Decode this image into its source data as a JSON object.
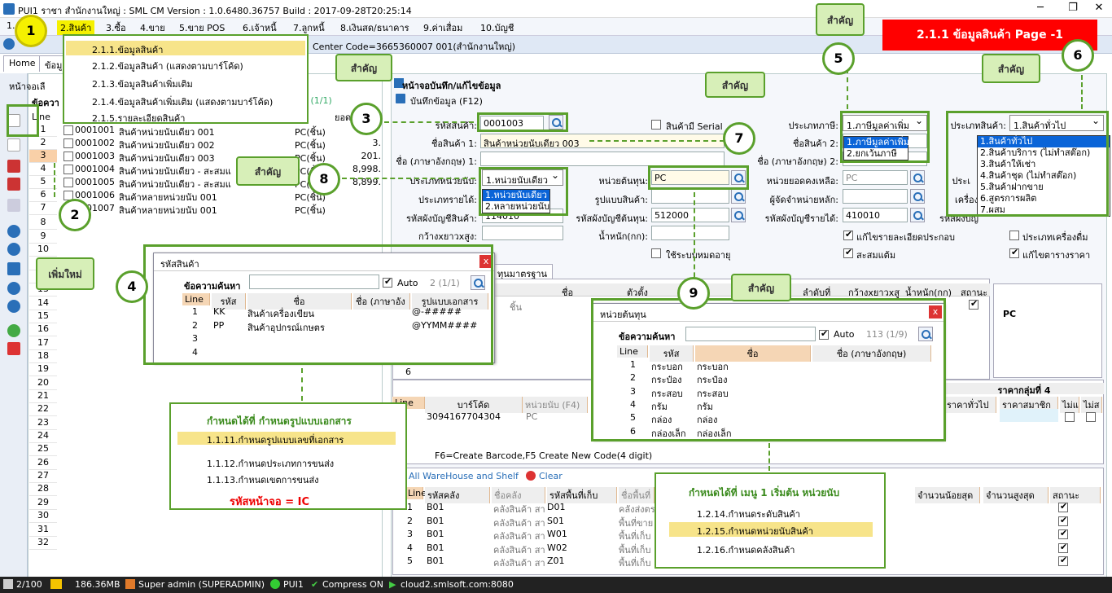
{
  "window": {
    "title": "PUI1 ราชา สำนักงานใหญ่ : SML CM Version : 1.0.6480.36757  Build : 2017-09-28T20:25:14",
    "min": "─",
    "max": "❐",
    "close": "✕"
  },
  "menu": [
    "1.",
    "2.สินค้า",
    "3.ซื้อ",
    "4.ขาย",
    "5.ขาย POS",
    "6.เจ้าหนี้",
    "7.ลูกหนี้",
    "8.เงินสด/ธนาคาร",
    "9.ค่าเสื่อม",
    "10.บัญชี"
  ],
  "center_code": "Center Code=3665360007 001(สำนักงานใหญ่)",
  "tabs": {
    "home": "Home",
    "data": "ข้อมู"
  },
  "menu_popup": [
    "2.1.1.ข้อมูลสินค้า",
    "2.1.2.ข้อมูลสินค้า (แสดงตามบาร์โค้ด)",
    "2.1.3.ข้อมูลสินค้าเพิ่มเติม",
    "2.1.4.ข้อมูลสินค้าเพิ่มเติม (แสดงตามบาร์โค้ด)",
    "2.1.5.รายละเอียดสินค้า"
  ],
  "page_banner": "2.1.1  ข้อมูลสินค้า Page -1",
  "left_grid": {
    "header_label": "ข้อควา",
    "page_info": "7 (1/1)",
    "cols": {
      "line": "Line",
      "unit_count": "ยอดคงเหลือ"
    },
    "nav_title": "หน้าจอเลื",
    "rows": [
      {
        "n": "1",
        "code": "0001001",
        "name": "สินค้าหน่วยนับเดียว 001",
        "unit": "PC(ชิ้น)",
        "qty": ""
      },
      {
        "n": "2",
        "code": "0001002",
        "name": "สินค้าหน่วยนับเดียว 002",
        "unit": "PC(ชิ้น)",
        "qty": "3."
      },
      {
        "n": "3",
        "code": "0001003",
        "name": "สินค้าหน่วยนับเดียว 003",
        "unit": "PC(ชิ้น)",
        "qty": "201."
      },
      {
        "n": "4",
        "code": "0001004",
        "name": "สินค้าหน่วยนับเดียว - สะสมแ",
        "unit": "PC(ชิ้น)",
        "qty": "8,998."
      },
      {
        "n": "5",
        "code": "0001005",
        "name": "สินค้าหน่วยนับเดียว - สะสมแ",
        "unit": "PC(ชิ้น)",
        "qty": "8,899."
      },
      {
        "n": "6",
        "code": "0001006",
        "name": "สินค้าหลายหน่วยนับ 001",
        "unit": "PC(ชิ้น)",
        "qty": ""
      },
      {
        "n": "7",
        "code": "0001007",
        "name": "สินค้าหลายหน่วยนับ 001",
        "unit": "PC(ชิ้น)",
        "qty": ""
      }
    ],
    "extra_rows": [
      "8",
      "9",
      "10",
      "11",
      "12",
      "13",
      "14",
      "15",
      "16",
      "17",
      "18",
      "19",
      "20",
      "21",
      "22",
      "23",
      "24",
      "25",
      "26",
      "27",
      "28",
      "29",
      "30",
      "31",
      "32"
    ]
  },
  "form": {
    "title": "หน้าจอบันทึก/แก้ไขข้อมูล",
    "save": "บันทึกข้อมูล (F12)",
    "code_label": "รหัสสินค้า:",
    "code": "0001003",
    "name1_label": "ชื่อสินค้า 1:",
    "name1": "สินค้าหน่วยนับเดียว 003",
    "name_en_label": "ชื่อ (ภาษาอังกฤษ) 1:",
    "serial_label": "สินค้ามี Serial",
    "tax_label": "ประเภทภาษี:",
    "tax": "1.ภาษีมูลค่าเพิ่ม",
    "tax_options": [
      "1.ภาษีมูลค่าเพิ่ม",
      "2.ยกเว้นภาษี"
    ],
    "name2_label": "ชื่อสินค้า 2:",
    "name_en2_label": "ชื่อ (ภาษาอังกฤษ) 2:",
    "type_label": "ประเภทสินค้า:",
    "type": "1.สินค้าทั่วไป",
    "type_options": [
      "1.สินค้าทั่วไป",
      "2.สินค้าบริการ (ไม่ทำสต๊อก)",
      "3.สินค้าให้เช่า",
      "4.สินค้าชุด (ไม่ทำสต๊อก)",
      "5.สินค้าฝากขาย",
      "6.สูตรการผลิต",
      "7.ผสม"
    ],
    "unit_type_label": "ประเภทหน่วยนับ:",
    "unit_type": "1.หน่วยนับเดียว",
    "unit_type_options": [
      "1.หน่วยนับเดียว",
      "2.หลายหน่วยนับ"
    ],
    "cost_unit_label": "หน่วยต้นทุน:",
    "cost_unit": "PC",
    "stock_unit_label": "หน่วยยอดคงเหลือ:",
    "stock_unit": "PC",
    "item_type_label": "ประเภทรายได้:",
    "item_pattern_label": "รูปแบบสินค้า:",
    "supplier_label": "ผู้จัดจำหน่ายหลัก:",
    "acc_item_label": "รหัสผังบัญชีสินค้า:",
    "acc_item": "114010",
    "acc_cost_label": "รหัสผังบัญชีต้นทุน:",
    "acc_cost": "512000",
    "acc_income_label": "รหัสผังบัญชีรายได้:",
    "acc_income": "410010",
    "size_label": "กว้างxยาวxสูง:",
    "weight_label": "น้ำหนัก(กก):",
    "right_lbl1": "ประเ",
    "right_lbl2": "เครื่อง",
    "right_lbl3": "รหัสผังบัญ",
    "cb_detail": "แก้ไขรายละเอียดประกอบ",
    "cb_accum": "สะสมแต้ม",
    "cb_expiry": "ใช้ระบบหมดอายุ",
    "cb_machine": "ประเภทเครื่องดื่ม",
    "cb_price": "แก้ไขตารางราคา",
    "tab_cost": "ทุนมาตรฐาน",
    "grid_cols": [
      "ชื่อ",
      "ตัวตั้ง",
      "",
      "ลำดับที่",
      "กว้างxยาวxสู",
      "น้ำหนัก(กก)",
      "สถานะ"
    ],
    "grid_row": "ชิ้น",
    "pc_label": "PC",
    "row6": "6",
    "barcode_cols": [
      "Line",
      "บาร์โค้ด",
      "หน่วยนับ (F4)"
    ],
    "barcode": "3094167704304",
    "barcode_unit": "PC",
    "price_group": "ราคากลุ่มที่ 4",
    "price_cols": [
      "ราคาทั่วไป",
      "ราคาสมาชิก",
      "ไม่แ",
      "ไม่ส"
    ],
    "barcode_hint": "F6=Create Barcode,F5 Create New Code(4 digit)",
    "wh_title": "All WareHouse and Shelf",
    "wh_clear": "Clear",
    "wh_cols": [
      "Line",
      "รหัสคลัง",
      "ชื่อคลัง",
      "รหัสพื้นที่เก็บ",
      "ชื่อพื้นที่",
      "จำนวนน้อยสุด",
      "จำนวนสูงสุด",
      "สถานะ"
    ],
    "wh_rows": [
      {
        "n": "1",
        "wh": "B01",
        "wh_name": "คลังสินค้า สา..",
        "shelf": "D01",
        "shelf_name": "คลังส่งตร"
      },
      {
        "n": "2",
        "wh": "B01",
        "wh_name": "คลังสินค้า สา..",
        "shelf": "S01",
        "shelf_name": "พื้นที่ขาย"
      },
      {
        "n": "3",
        "wh": "B01",
        "wh_name": "คลังสินค้า สา..",
        "shelf": "W01",
        "shelf_name": "พื้นที่เก็บ"
      },
      {
        "n": "4",
        "wh": "B01",
        "wh_name": "คลังสินค้า สา..",
        "shelf": "W02",
        "shelf_name": "พื้นที่เก็บ"
      },
      {
        "n": "5",
        "wh": "B01",
        "wh_name": "คลังสินค้า สา..",
        "shelf": "Z01",
        "shelf_name": "พื้นที่เก็บ"
      }
    ]
  },
  "popup_code": {
    "title": "รหัสสินค้า",
    "search_label": "ข้อความค้นหา",
    "auto": "Auto",
    "count": "2 (1/1)",
    "cols": [
      "Line",
      "รหัส",
      "ชื่อ",
      "ชื่อ (ภาษาอัง",
      "รูปแบบเอกสาร"
    ],
    "rows": [
      {
        "n": "1",
        "code": "KK",
        "name": "สินค้าเครื่องเขียน",
        "fmt": "@-#####"
      },
      {
        "n": "2",
        "code": "PP",
        "name": "สินค้าอุปกรณ์เกษตร",
        "fmt": "@YYMM####"
      },
      {
        "n": "3",
        "code": "",
        "name": "",
        "fmt": ""
      },
      {
        "n": "4",
        "code": "",
        "name": "",
        "fmt": ""
      }
    ]
  },
  "popup_unit": {
    "title": "หน่วยต้นทุน",
    "search_label": "ข้อความค้นหา",
    "auto": "Auto",
    "count": "113 (1/9)",
    "cols": [
      "Line",
      "รหัส",
      "ชื่อ",
      "ชื่อ (ภาษาอังกฤษ)"
    ],
    "rows": [
      {
        "n": "1",
        "code": "กระบอก",
        "name": "กระบอก"
      },
      {
        "n": "2",
        "code": "กระป๋อง",
        "name": "กระป๋อง"
      },
      {
        "n": "3",
        "code": "กระสอบ",
        "name": "กระสอบ"
      },
      {
        "n": "4",
        "code": "กรัม",
        "name": "กรัม"
      },
      {
        "n": "5",
        "code": "กล่อง",
        "name": "กล่อง"
      },
      {
        "n": "6",
        "code": "กล่องเล็ก",
        "name": "กล่องเล็ก"
      }
    ]
  },
  "info_doc": {
    "title": "กำหนดได้ที่  กำหนดรูปแบบเอกสาร",
    "items": [
      "1.1.11.กำหนดรูปแบบเลขที่เอกสาร",
      "1.1.12.กำหนดประเภทการขนส่ง",
      "1.1.13.กำหนดเขตการขนส่ง"
    ],
    "screen_code": "รหัสหน้าจอ =  IC"
  },
  "info_unit": {
    "title": "กำหนดได้ที่  เมนู 1 เริ่มต้น หน่วยนับ",
    "items": [
      "1.2.14.กำหนดระดับสินค้า",
      "1.2.15.กำหนดหน่วยนับสินค้า",
      "1.2.16.กำหนดคลังสินค้า"
    ]
  },
  "callouts": {
    "important": "สำคัญ",
    "add_new": "เพิ่มใหม่"
  },
  "numbers": [
    "1",
    "2",
    "3",
    "4",
    "5",
    "6",
    "7",
    "8",
    "9"
  ],
  "status": {
    "pages": "2/100",
    "mem": "186.36MB",
    "user": "Super admin (SUPERADMIN)",
    "db": "PUI1",
    "compress": "Compress ON",
    "server": "cloud2.smlsoft.com:8080"
  },
  "colors": {
    "green": "#5aa02c",
    "callout_bg": "#d7efb8",
    "banner": "#ff0000",
    "highlight": "#0a64d8"
  }
}
